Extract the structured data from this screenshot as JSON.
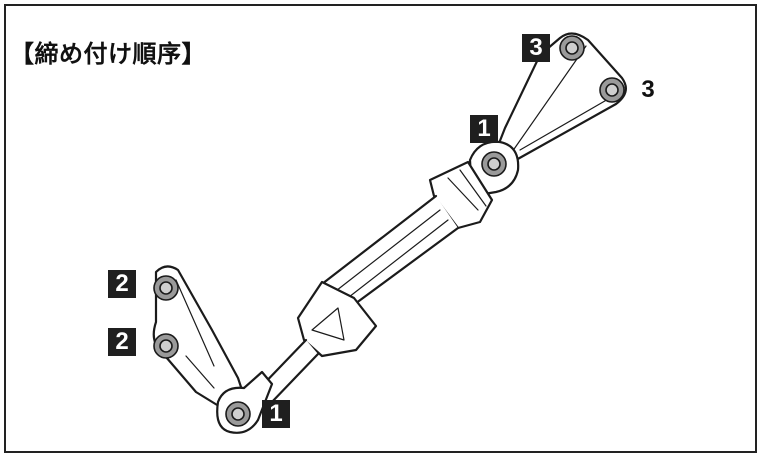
{
  "title": "【締め付け順序】",
  "labels": {
    "top_bracket_upper": "3",
    "top_bracket_right": "3",
    "top_clamp": "1",
    "left_bracket_upper": "2",
    "left_bracket_lower": "2",
    "bottom_clamp": "1"
  }
}
